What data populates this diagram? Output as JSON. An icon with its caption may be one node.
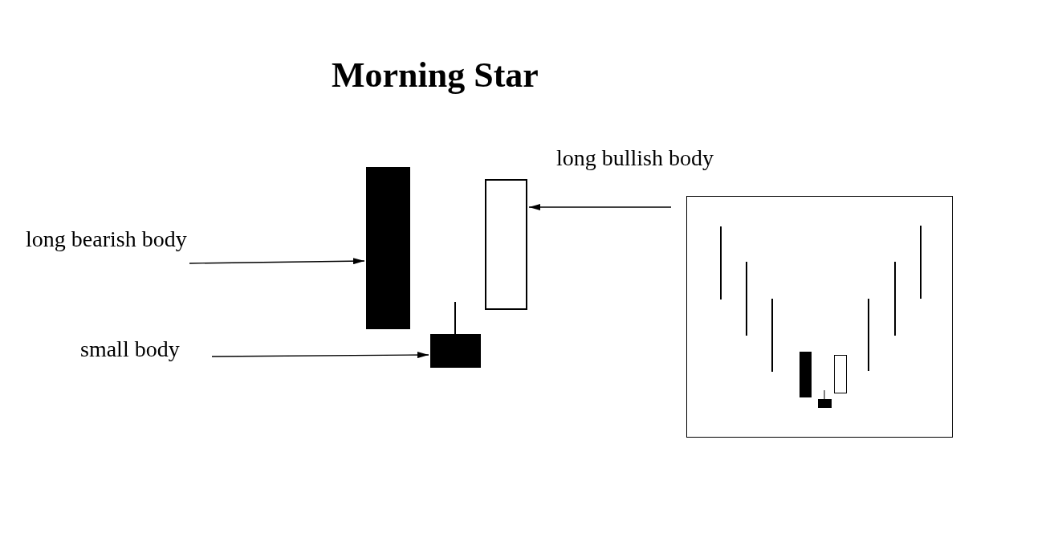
{
  "diagram": {
    "title": "Morning Star",
    "nodes": [
      {
        "text": [
          "long bearish body"
        ]
      },
      {
        "text": [],
        "shape": "bar"
      },
      {
        "text": [
          "small body"
        ]
      },
      {
        "text": [],
        "shape": "bar"
      },
      {
        "text": [],
        "shape": "box"
      },
      {
        "text": [],
        "shape": "picture"
      }
    ],
    "edges": [
      {
        "from": 0,
        "to": 1,
        "arrow": "to"
      },
      {
        "from": 2,
        "to": 3,
        "arrow": "to"
      },
      {
        "from": null,
        "to": 4,
        "arrow": "to",
        "label": "long bullish body"
      }
    ]
  }
}
